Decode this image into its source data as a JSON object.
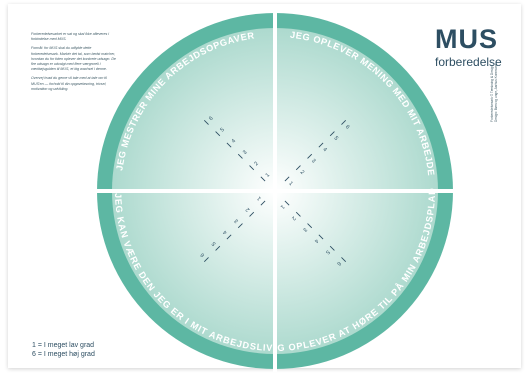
{
  "intro": {
    "p1": "Forberedelsesarket er sat og skal ikke afleveres i forbindelse med MUS.",
    "p2": "Formål: for MUS skal du udfylde dette forberedelsesark. Markér det tal, som bedst matcher, hvordan du for tiden oplever det konkrete udsagn. De fire udsagn er udvalgt med flere værgroreli i vœrktøjsguiden til MUS, et ktg wachsel i denne.",
    "p3": "Overvej hvad du gerne vil tale med at tale om til MUS'en — forhold til din opgaveløsning, trivsel, motivation og udvikling."
  },
  "logo": {
    "title": "MUS",
    "subtitle": "forberedelse"
  },
  "credits": {
    "line1": "Forberedelsesark © Tænkning & Design",
    "line2": "Design: Børn og unge, Aarhus Kommune"
  },
  "quadrants": {
    "top_left": "JEG MESTRER MINE ARBEJDSOPGAVER",
    "top_right": "JEG OPLEVER MENING MED MIT ARBEJDE",
    "bottom_left": "JEG KAN VÆRE DEN JEG ER I MIT ARBEJDSLIV",
    "bottom_right": "JEG OPLEVER AT HØRE TIL PÅ MIN ARBEJDSPLADS"
  },
  "scale_numbers": [
    "1",
    "2",
    "3",
    "4",
    "5",
    "6"
  ],
  "legend": {
    "low": "1 = I meget lav grad",
    "high": "6 = I meget høj grad"
  },
  "colors": {
    "ring": "#5db7a3",
    "fill_center": "#ffffff",
    "fill_edge": "#a9d8cc",
    "ink": "#2d4e62",
    "divider": "#ffffff"
  }
}
